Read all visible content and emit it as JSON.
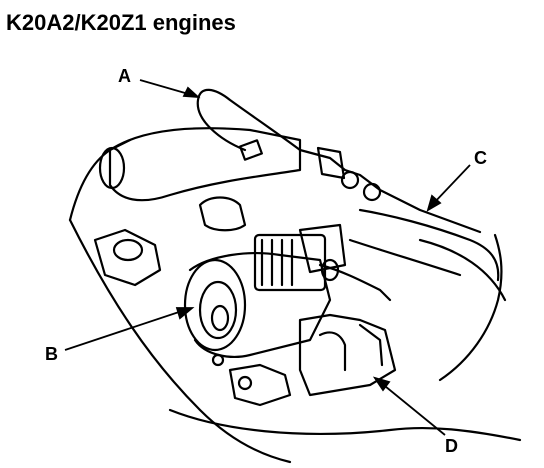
{
  "title": "K20A2/K20Z1 engines",
  "callouts": {
    "a": "A",
    "b": "B",
    "c": "C",
    "d": "D"
  }
}
